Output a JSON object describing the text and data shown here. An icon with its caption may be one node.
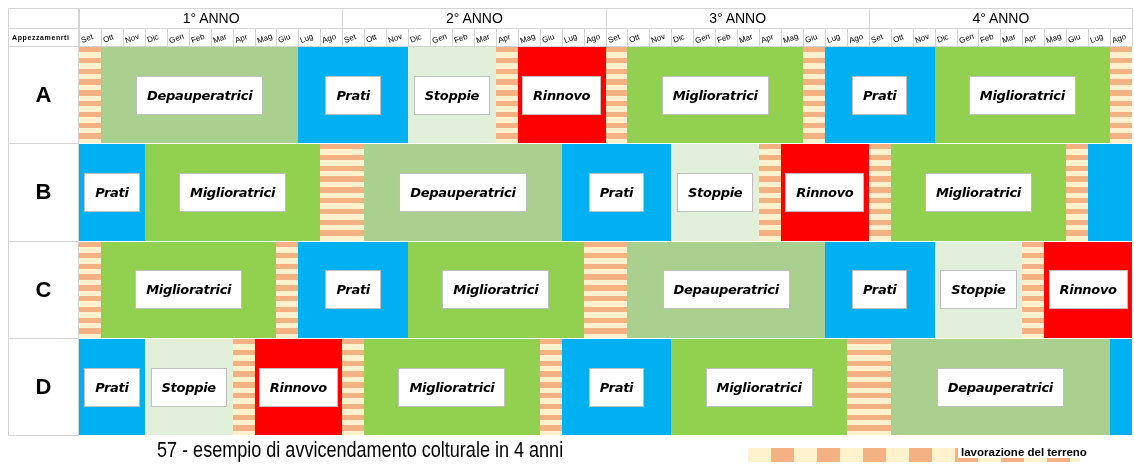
{
  "diagram": {
    "caption": "57 - esempio di avvicendamento colturale in 4 anni",
    "nodes": [
      {
        "text": [],
        "shape": "bar"
      },
      {
        "text": [
          "Depauperatrici"
        ]
      },
      {
        "text": [
          "Prati"
        ]
      },
      {
        "text": [
          "Stoppie"
        ]
      },
      {
        "text": [],
        "shape": "bar"
      },
      {
        "text": [
          "Rinnovo"
        ]
      },
      {
        "text": [],
        "shape": "bar"
      },
      {
        "text": [
          "Miglioratrici"
        ]
      },
      {
        "text": [],
        "shape": "bar"
      },
      {
        "text": [
          "Prati"
        ]
      },
      {
        "text": [
          "Miglioratrici"
        ]
      },
      {
        "text": [],
        "shape": "bar"
      },
      {
        "text": [
          "Prati"
        ]
      },
      {
        "text": [
          "Miglioratrici"
        ]
      },
      {
        "text": [],
        "shape": "bar"
      },
      {
        "text": [
          "Depauperatrici"
        ]
      },
      {
        "text": [
          "Prati"
        ]
      },
      {
        "text": [
          "Stoppie"
        ]
      },
      {
        "text": [],
        "shape": "bar"
      },
      {
        "text": [
          "Rinnovo"
        ]
      },
      {
        "text": [],
        "shape": "bar"
      },
      {
        "text": [
          "Miglioratrici"
        ]
      },
      {
        "text": [],
        "shape": "bar"
      },
      {
        "text": [],
        "shape": "bar"
      },
      {
        "text": [],
        "shape": "bar"
      },
      {
        "text": [
          "Miglioratrici"
        ]
      },
      {
        "text": [],
        "shape": "bar"
      },
      {
        "text": [
          "Prati"
        ]
      },
      {
        "text": [
          "Miglioratrici"
        ]
      },
      {
        "text": [],
        "shape": "bar"
      },
      {
        "text": [
          "Depauperatrici"
        ]
      },
      {
        "text": [
          "Prati"
        ]
      },
      {
        "text": [
          "Stoppie"
        ]
      },
      {
        "text": [],
        "shape": "bar"
      },
      {
        "text": [
          "Rinnovo"
        ]
      },
      {
        "text": [
          "Prati"
        ]
      },
      {
        "text": [
          "Stoppie"
        ]
      },
      {
        "text": [],
        "shape": "bar"
      },
      {
        "text": [
          "Rinnovo"
        ]
      },
      {
        "text": [],
        "shape": "bar"
      },
      {
        "text": [
          "Miglioratrici"
        ]
      },
      {
        "text": [],
        "shape": "bar"
      },
      {
        "text": [
          "Prati"
        ]
      },
      {
        "text": [
          "Miglioratrici"
        ]
      },
      {
        "text": [],
        "shape": "bar"
      },
      {
        "text": [
          "Depauperatrici"
        ]
      },
      {
        "text": [],
        "shape": "bar"
      }
    ],
    "labels": [
      "1° ANNO",
      "2° ANNO",
      "3° ANNO",
      "4° ANNO",
      "Appezzamenrti",
      "Set",
      "Ott",
      "Nov",
      "Dic",
      "Gen",
      "Feb",
      "Mar",
      "Apr",
      "Mag",
      "Giu",
      "Lug",
      "Ago",
      "Set",
      "Ott",
      "Nov",
      "Dic",
      "Gen",
      "Feb",
      "Mar",
      "Apr",
      "Mag",
      "Giu",
      "Lug",
      "Ago",
      "Set",
      "Ott",
      "Nov",
      "Dic",
      "Gen",
      "Feb",
      "Mar",
      "Apr",
      "Mag",
      "Giu",
      "Lug",
      "Ago",
      "Set",
      "Ott",
      "Nov",
      "Dic",
      "Gen",
      "Feb",
      "Mar",
      "Apr",
      "Mag",
      "Giu",
      "Lug",
      "Ago",
      "A",
      "B",
      "C",
      "D"
    ],
    "legend": [
      {
        "text": "lavorazione del terreno"
      }
    ]
  }
}
